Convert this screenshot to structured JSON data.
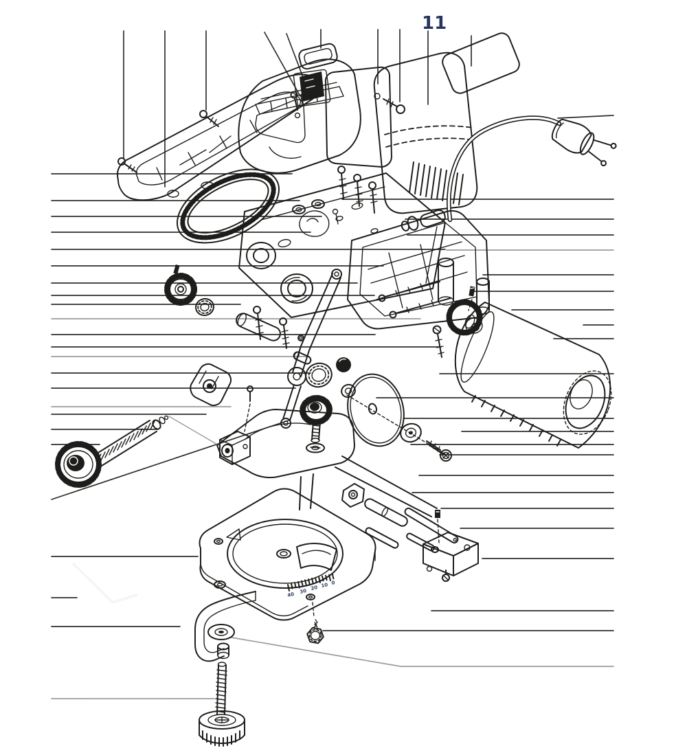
{
  "figure": {
    "callout_label": "11",
    "miter_scale_labels": [
      "40",
      "30",
      "20",
      "10",
      "0"
    ],
    "colors": {
      "ink": "#1d1d1b",
      "leader_line": "#2e2e2c",
      "light_leader_line": "#9b9b99",
      "label_text": "#25355e",
      "background": "#ffffff"
    }
  }
}
